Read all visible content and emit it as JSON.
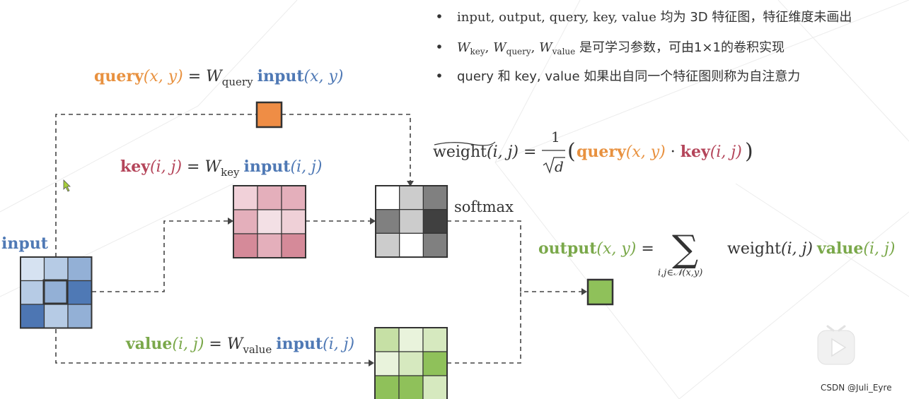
{
  "bullets": [
    "input, output, query, key, value 均为 3D 特征图，特征维度未画出",
    "W_key, W_query, W_value 是可学习参数，可由1×1的卷积实现",
    "query 和 key, value 如果出自同一个特征图则称为自注意力"
  ],
  "bullet_parts": {
    "b1_main": "input, output, query, key, value",
    "b1_cn": " 均为 3D 特征图，特征维度未画出",
    "b2_w": "W",
    "b2_key": "key",
    "b2_query": "query",
    "b2_value": "value",
    "b2_cn": " 是可学习参数，可由1×1的卷积实现",
    "b3": "query 和 key, value 如果出自同一个特征图则称为自注意力"
  },
  "formulas": {
    "query": {
      "name": "query",
      "args": "(x, y)",
      "eq": " = ",
      "w": "W",
      "w_sub": "query",
      "input": "input",
      "input_args": "(x, y)"
    },
    "key": {
      "name": "key",
      "args": "(i, j)",
      "eq": " = ",
      "w": "W",
      "w_sub": "key",
      "input": "input",
      "input_args": "(i, j)"
    },
    "value": {
      "name": "value",
      "args": "(i, j)",
      "eq": " = ",
      "w": "W",
      "w_sub": "value",
      "input": "input",
      "input_args": "(i, j)"
    },
    "weight": {
      "lhs": "weight",
      "args": "(i, j)",
      "eq": " = ",
      "num": "1",
      "den": "d",
      "q": "query",
      "q_args": "(x, y)",
      "dot": " · ",
      "k": "key",
      "k_args": "(i, j)"
    },
    "output": {
      "name": "output",
      "args": "(x, y)",
      "eq": " = ",
      "sum_sub": "i,j∈𝒩(x,y)",
      "weight": "weight",
      "weight_args": "(i, j)",
      "value": "value",
      "value_args": "(i, j)"
    }
  },
  "labels": {
    "input": "input",
    "softmax": "softmax"
  },
  "watermark": "CSDN @Juli_Eyre",
  "colors": {
    "query": "#e8913f",
    "key": "#b4455a",
    "value": "#7aa84a",
    "input": "#4f79b5",
    "output_cell": "#8fc15a",
    "query_cell": "#ef8d45"
  },
  "grids": {
    "input": [
      "#d6e2f1",
      "#b6cbe5",
      "#93b0d6",
      "#b6cbe5",
      "#93b0d6",
      "#4f79b5",
      "#4d76b3",
      "#b6cbe5",
      "#93b0d6"
    ],
    "key": [
      "#f1d1d9",
      "#e4afbb",
      "#e4afbb",
      "#e4afbb",
      "#f3e0e5",
      "#efd0d7",
      "#d58a99",
      "#e4afbb",
      "#d58a99"
    ],
    "weight": [
      "#ffffff",
      "#cccccc",
      "#808080",
      "#808080",
      "#cccccc",
      "#404040",
      "#cccccc",
      "#ffffff",
      "#808080"
    ],
    "value": [
      "#c6e0a5",
      "#e9f3dc",
      "#d6e9bf",
      "#e9f3dc",
      "#d6e9bf",
      "#8fc15a",
      "#8fc15a",
      "#8fc15a",
      "#d6e9bf"
    ]
  }
}
